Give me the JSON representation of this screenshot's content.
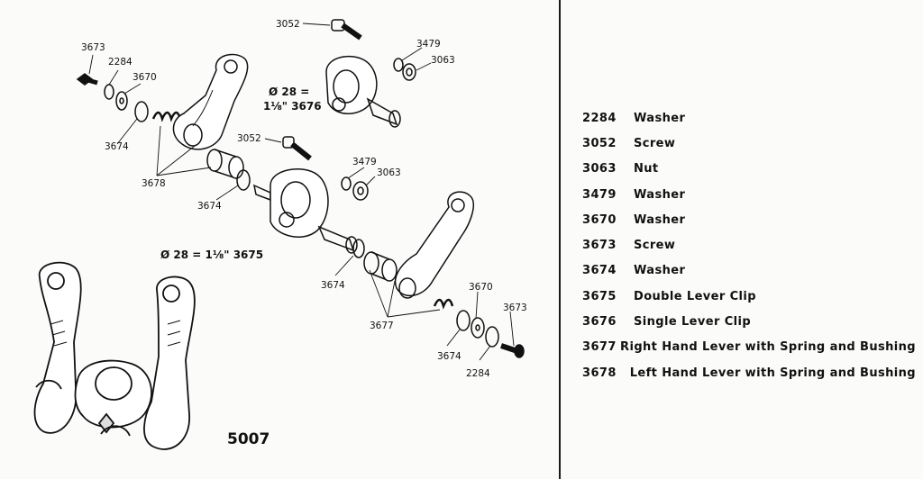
{
  "callouts": {
    "left_3673": "3673",
    "left_2284": "2284",
    "left_3670": "3670",
    "left_3674": "3674",
    "left_3678": "3678",
    "mid_3674": "3674",
    "top_3052": "3052",
    "top_3479": "3479",
    "top_3063": "3063",
    "mid_3052": "3052",
    "mid_3479": "3479",
    "mid_3063": "3063",
    "right_3674": "3674",
    "right_3677": "3677",
    "right_3670": "3670",
    "right_3673": "3673",
    "right_2284": "2284"
  },
  "dimensions": {
    "single_clip_metric": "Ø 28 =",
    "single_clip_imperial": "1⅛\" 3676",
    "double_clip": "Ø 28 = 1⅛\" 3675"
  },
  "assembly_number": "5007",
  "parts": [
    {
      "number": "2284",
      "description": "Washer"
    },
    {
      "number": "3052",
      "description": "Screw"
    },
    {
      "number": "3063",
      "description": "Nut"
    },
    {
      "number": "3479",
      "description": "Washer"
    },
    {
      "number": "3670",
      "description": "Washer"
    },
    {
      "number": "3673",
      "description": "Screw"
    },
    {
      "number": "3674",
      "description": "Washer"
    },
    {
      "number": "3675",
      "description": "Double Lever Clip"
    },
    {
      "number": "3676",
      "description": "Single Lever Clip"
    },
    {
      "number": "3677",
      "description": "Right Hand Lever with Spring and Bushing"
    },
    {
      "number": "3678",
      "description": "Left Hand Lever with Spring and Bushing"
    }
  ]
}
